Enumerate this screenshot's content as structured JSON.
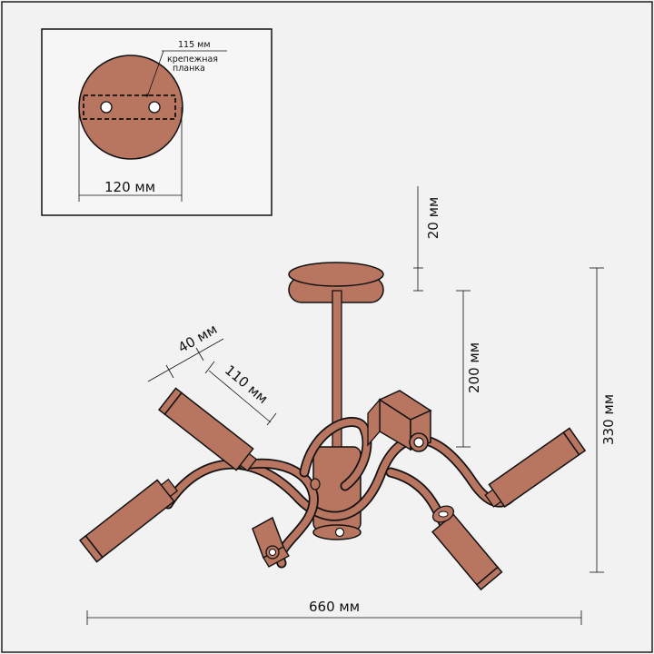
{
  "colors": {
    "background": "#f2f2f2",
    "lamp_fill": "#b87560",
    "line": "#111111"
  },
  "inset": {
    "label_width": "115 мм",
    "label_plate": [
      "крепежная",
      "планка"
    ],
    "label_diameter": "120 мм"
  },
  "dimensions": {
    "height_top": "20 мм",
    "height_stem": "200 мм",
    "height_total": "330 мм",
    "width_total": "660 мм",
    "shade_width": "40 мм",
    "shade_length": "110 мм"
  }
}
